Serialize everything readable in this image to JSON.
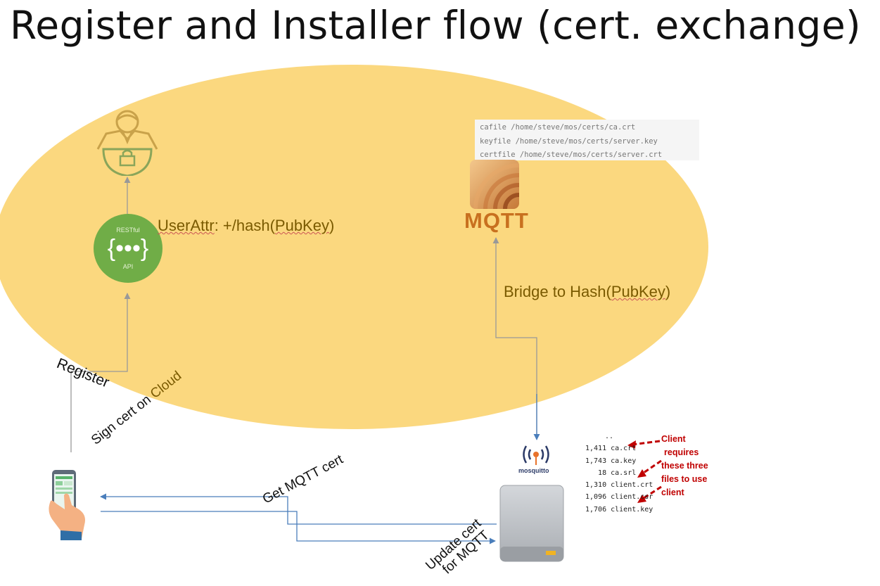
{
  "title": "Register and Installer flow (cert. exchange)",
  "labels": {
    "user_attr_prefix": "UserAttr",
    "user_attr_suffix": ": +/hash(",
    "user_attr_word": "PubKey",
    "user_attr_close": ")",
    "bridge_prefix": "Bridge to Hash(",
    "bridge_word": "PubKey",
    "bridge_close": ")",
    "register": "Register",
    "sign_cert_prefix": "Sign cert on ",
    "sign_cert_cloud": "Cloud",
    "get_mqtt_cert": "Get MQTT cert",
    "update_cert_line1": "Update cert",
    "update_cert_line2": "for MQTT"
  },
  "api_icon": {
    "top": "RESTful",
    "bottom": "API",
    "symbol": "{•••}"
  },
  "mqtt_logo": {
    "text": "MQTT"
  },
  "mosquitto_logo": {
    "text": "mosquitto"
  },
  "config_lines": [
    "cafile /home/steve/mos/certs/ca.crt",
    "keyfile /home/steve/mos/certs/server.key",
    "certfile /home/steve/mos/certs/server.crt"
  ],
  "dir_listing": [
    "..",
    "1,411 ca.crt",
    "1,743 ca.key",
    "   18 ca.srl",
    "1,310 client.crt",
    "1,096 client.csr",
    "1,706 client.key"
  ],
  "note_lines": [
    "Client",
    "requires",
    "these three",
    "files to use",
    "client"
  ],
  "icons": [
    "user-security-icon",
    "restful-api-icon",
    "mqtt-logo-icon",
    "mosquitto-logo-icon",
    "smartphone-hand-icon",
    "server-icon"
  ],
  "colors": {
    "cloud": "#fbd87f",
    "api": "#70ad47",
    "arrow_gray": "#999999",
    "arrow_blue": "#4a7ebb",
    "note_red": "#c00000",
    "label_olive": "#7a5a00"
  }
}
